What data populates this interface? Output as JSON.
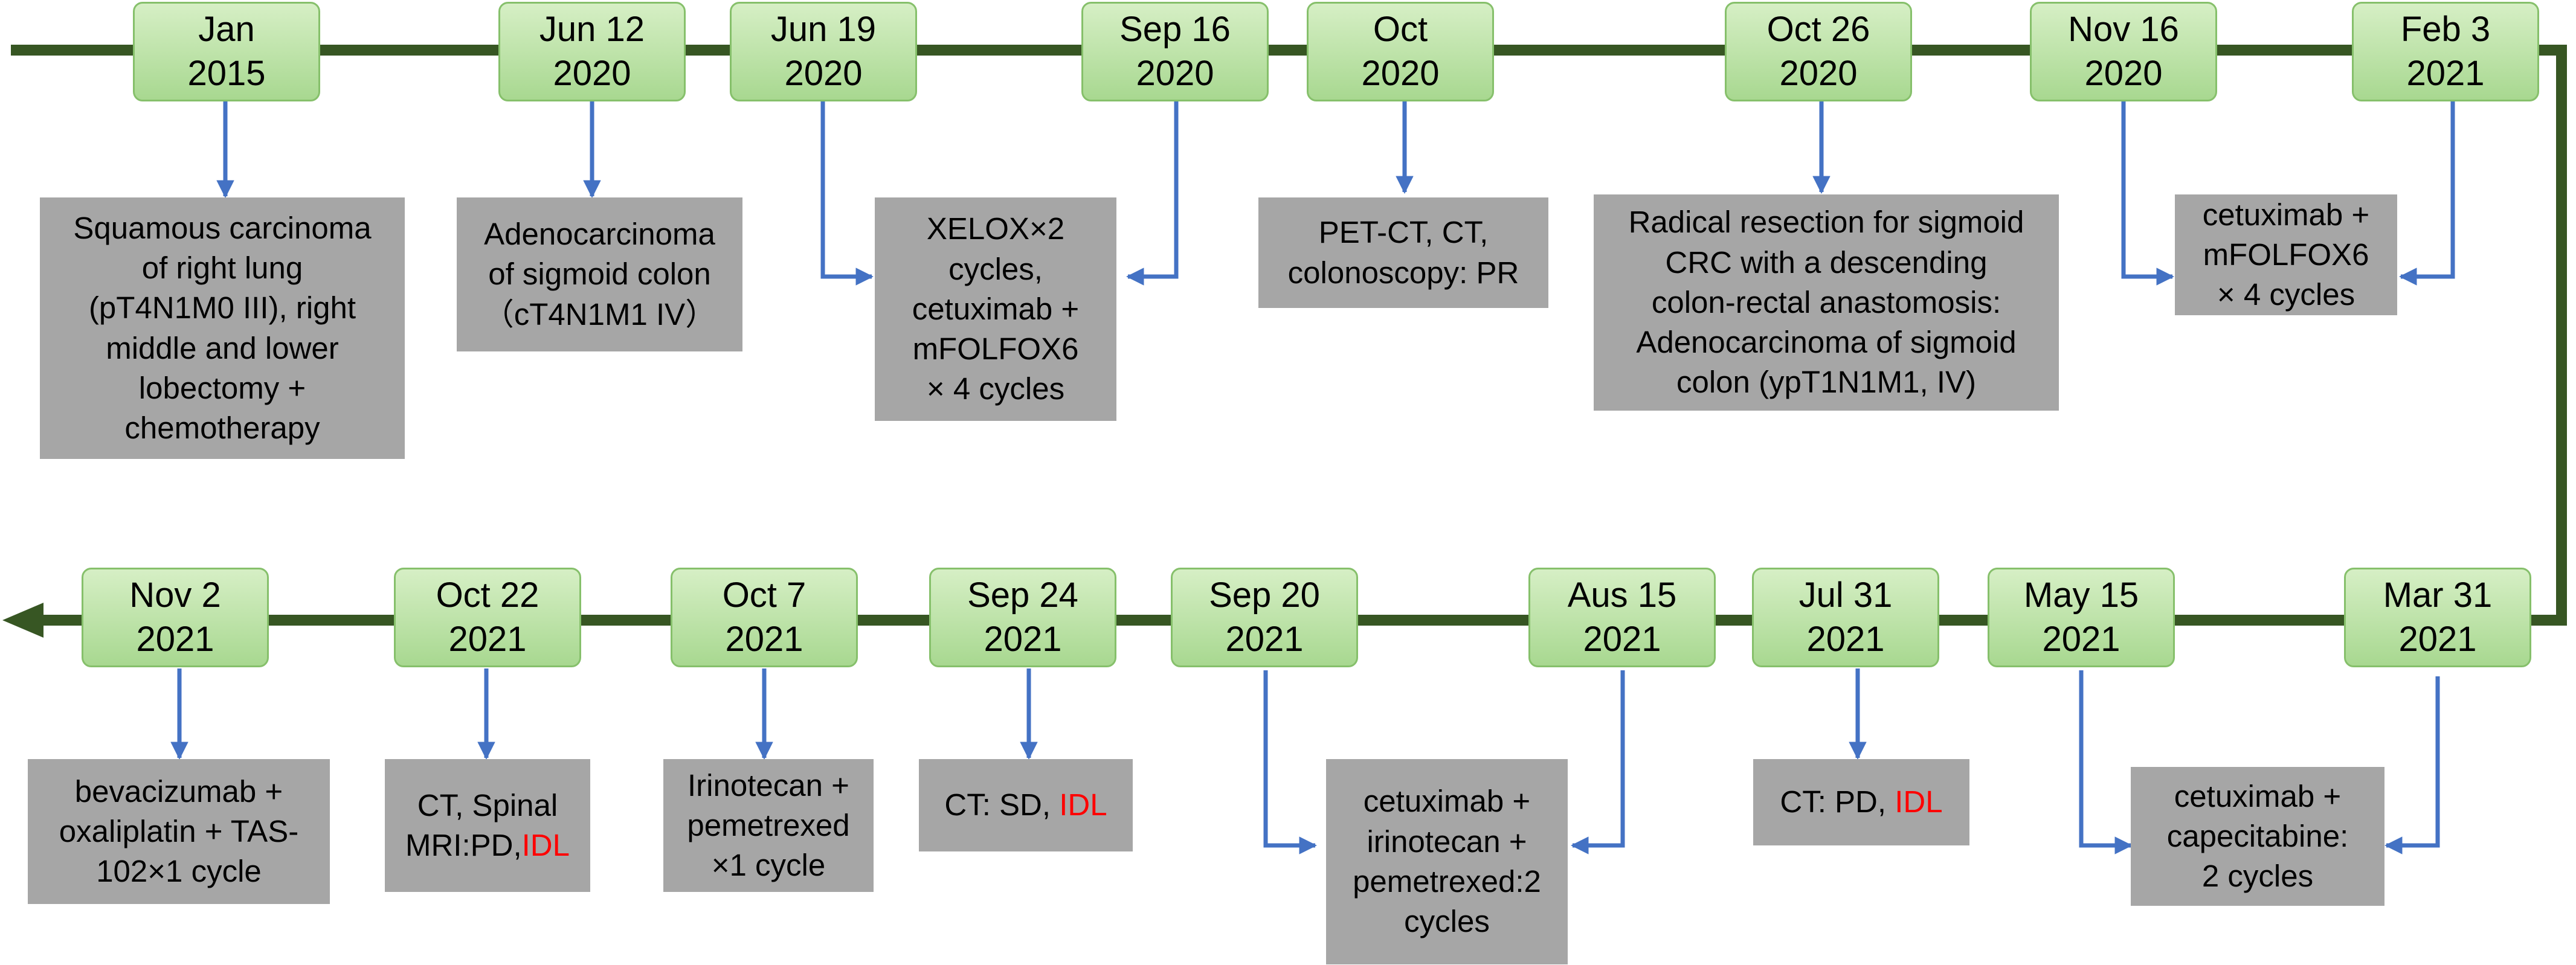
{
  "colors": {
    "timeline": "#375623",
    "arrow": "#4472c4",
    "date_fill": "#a9d08e",
    "event_fill": "#a6a6a6",
    "highlight_text": "#ff0000"
  },
  "top_row": [
    {
      "date": [
        "Jan",
        "2015"
      ],
      "event": [
        "Squamous carcinoma",
        "of right lung",
        "(pT4N1M0 III), right",
        "middle and lower",
        "lobectomy +",
        "chemotherapy"
      ]
    },
    {
      "date": [
        "Jun 12",
        "2020"
      ],
      "event": [
        "Adenocarcinoma",
        "of sigmoid colon",
        "（cT4N1M1 IV）"
      ]
    },
    {
      "date": [
        "Jun 19",
        "2020"
      ]
    },
    {
      "date": [
        "Sep 16",
        "2020"
      ],
      "event": [
        "XELOX×2",
        "cycles,",
        "cetuximab +",
        "mFOLFOX6",
        "× 4 cycles"
      ]
    },
    {
      "date": [
        "Oct",
        "2020"
      ],
      "event": [
        "PET-CT, CT,",
        "colonoscopy: PR"
      ]
    },
    {
      "date": [
        "Oct 26",
        "2020"
      ],
      "event": [
        "Radical resection for sigmoid",
        "CRC with a descending",
        "colon-rectal anastomosis:",
        "Adenocarcinoma of sigmoid",
        "colon (ypT1N1M1, IV)"
      ]
    },
    {
      "date": [
        "Nov 16",
        "2020"
      ]
    },
    {
      "date": [
        "Feb 3",
        "2021"
      ],
      "event": [
        "cetuximab +",
        "mFOLFOX6",
        "× 4 cycles"
      ]
    }
  ],
  "bottom_row": [
    {
      "date": [
        "Nov 2",
        "2021"
      ],
      "event": [
        "bevacizumab +",
        "oxaliplatin + TAS-",
        "102×1 cycle"
      ]
    },
    {
      "date": [
        "Oct 22",
        "2021"
      ],
      "event_lines": [
        [
          "CT, Spinal"
        ],
        [
          "MRI:PD,",
          "IDL"
        ]
      ]
    },
    {
      "date": [
        "Oct 7",
        "2021"
      ],
      "event": [
        "Irinotecan +",
        "pemetrexed",
        "×1 cycle"
      ]
    },
    {
      "date": [
        "Sep 24",
        "2021"
      ],
      "event_lines": [
        [
          "CT: SD, ",
          "IDL"
        ]
      ]
    },
    {
      "date": [
        "Sep 20",
        "2021"
      ]
    },
    {
      "date": [
        "Aus 15",
        "2021"
      ],
      "event": [
        "cetuximab +",
        "irinotecan +",
        "pemetrexed:2",
        "cycles"
      ]
    },
    {
      "date": [
        "Jul 31",
        "2021"
      ],
      "event_lines": [
        [
          "CT: PD, ",
          "IDL"
        ]
      ]
    },
    {
      "date": [
        "May 15",
        "2021"
      ]
    },
    {
      "date": [
        "Mar 31",
        "2021"
      ],
      "event": [
        "cetuximab +",
        "capecitabine:",
        "2 cycles"
      ]
    }
  ]
}
